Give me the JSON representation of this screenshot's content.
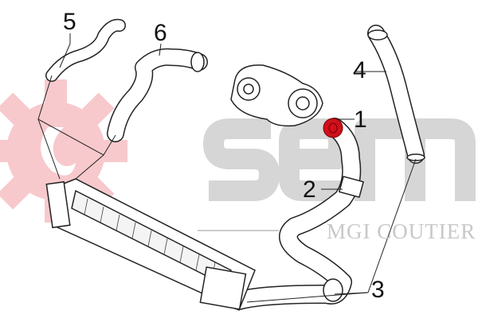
{
  "watermark": {
    "brand": "sem",
    "subbrand": "MGI COUTIER",
    "brand_color": "#d6d6d6",
    "gear_color": "#f7c9cd"
  },
  "callouts": [
    "1",
    "2",
    "3",
    "4",
    "5",
    "6"
  ],
  "highlight_color": "#d0101a"
}
